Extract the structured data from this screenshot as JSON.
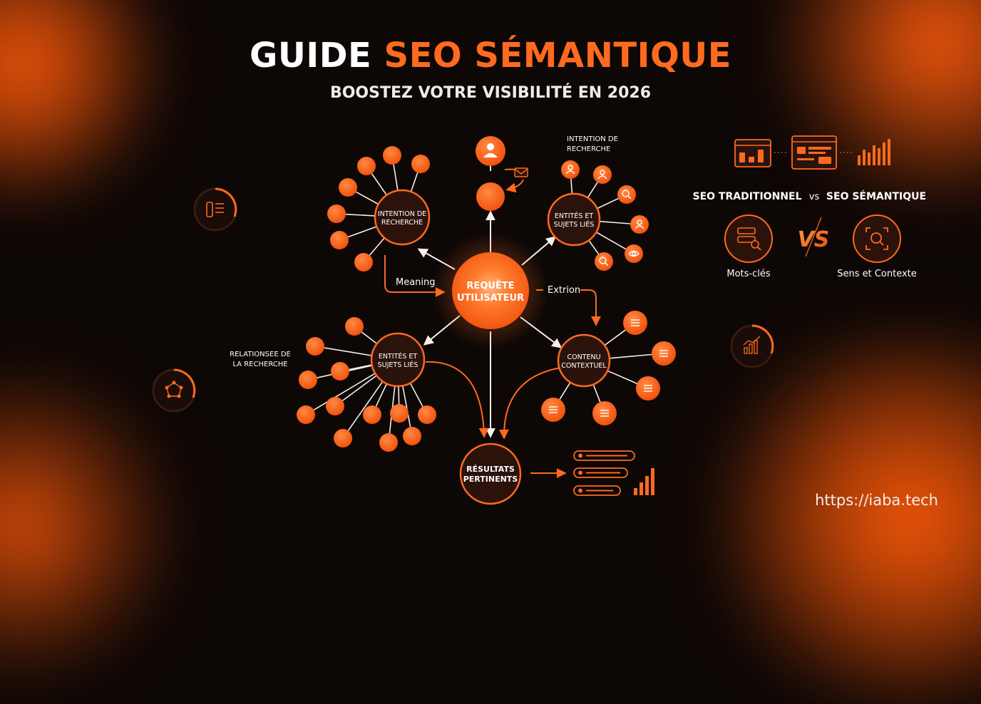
{
  "header": {
    "title_plain": "GUIDE",
    "title_accent": "SEO SÉMANTIQUE",
    "subtitle": "BOOSTEZ VOTRE VISIBILITÉ EN 2026"
  },
  "nodes": {
    "center": [
      "REQUÊTE",
      "UTILISATEUR"
    ],
    "intent_hub": [
      "INTENTION DE",
      "RECHERCHE"
    ],
    "entities_top": [
      "ENTITÉS ET",
      "SUJETS LIÉS"
    ],
    "entities_bottom": [
      "ENTITÉS ET",
      "SUJETS LIÉS"
    ],
    "content": [
      "CONTENU",
      "CONTEXTUEL"
    ],
    "results": [
      "RÉSULTATS",
      "PERTINENTS"
    ]
  },
  "labels": {
    "intent_top": [
      "INTENTION DE",
      "RECHERCHE"
    ],
    "relations": [
      "RELATIONSEE DE",
      "LA RECHERCHE"
    ],
    "meaning": "Meaning",
    "extrion": "Extrion"
  },
  "comparison": {
    "heading_left": "SEO TRADITIONNEL",
    "vs_small": "vs",
    "heading_right": "SEO SÉMANTIQUE",
    "vs_big": "VS",
    "left_caption": "Mots-clés",
    "right_caption": "Sens et Contexte"
  },
  "footer": {
    "url": "https://iaba.tech"
  },
  "colors": {
    "accent": "#ff6a1f",
    "node_fill": "#2b130c",
    "background": "#0d0706"
  }
}
